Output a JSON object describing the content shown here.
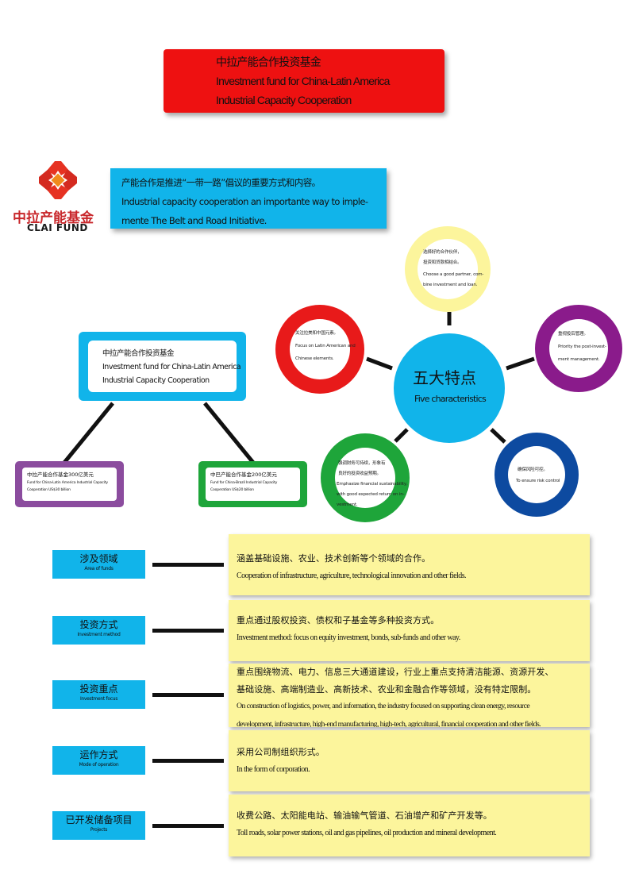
{
  "title": {
    "line1": "中拉产能合作投资基金",
    "line2": "Investment fund for China-Latin America",
    "line3": "Industrial Capacity Cooperation"
  },
  "logo": {
    "cn": "中拉产能基金",
    "en": "CLAI FUND"
  },
  "intro": {
    "line1": "产能合作是推进“一带一路”倡议的重要方式和内容。",
    "line2": "Industrial capacity cooperation an importante way to imple-",
    "line3": "mente The Belt and Road Initiative."
  },
  "fund_tree": {
    "root": {
      "cn": "中拉产能合作投资基金",
      "en1": "Investment fund for China-Latin America",
      "en2": "Industrial Capacity Cooperation"
    },
    "left": {
      "cn": "中拉产能合作基金300亿美元",
      "en1": "Fund for China-Latin America Industrial Capacity",
      "en2": "Cooperation US$30 billion"
    },
    "right": {
      "cn": "中巴产能合作基金200亿美元",
      "en1": "Fund for China-Brazil Industrial Capacity",
      "en2": "Cooperation US$20 billion"
    }
  },
  "five": {
    "center_cn": "五大特点",
    "center_en": "Five characteristics",
    "top": {
      "l1": "选择好的合作伙伴，",
      "l2": "投资和贷款相结合。",
      "l3": "Choose a good partner, com-",
      "l4": "bine investment and loan."
    },
    "left": {
      "l1": "关注拉美和中国元素。",
      "l2": "Focus on Latin American and",
      "l3": "Chinese elements."
    },
    "right": {
      "l1": "重视投后管理。",
      "l2": "Priority the post-invest-",
      "l3": "ment management."
    },
    "bottom_left": {
      "l1": "强调财务可持续，形象有",
      "l2": "良好的投资收益预期。",
      "l3": "Emphasize financial sustainability,",
      "l4": "with good expected return on in-",
      "l5": "vestment."
    },
    "bottom_right": {
      "l1": "确保风险可控。",
      "l2": "To ensure risk control"
    }
  },
  "colors": {
    "red": "#ee1111",
    "blue": "#11b4ea",
    "yellow": "#fcf59c",
    "purple": "#8b4c9e",
    "green": "#1ea53a",
    "navy": "#0d4aa0",
    "ring_red": "#e81a1a",
    "ring_purple": "#8a1b8b"
  },
  "rows": [
    {
      "label_cn": "涉及领域",
      "label_en": "Area of funds",
      "text1": "涵盖基础设施、农业、技术创新等个领域的合作。",
      "text2": "Cooperation of infrastructure, agriculture, technological innovation and other fields."
    },
    {
      "label_cn": "投资方式",
      "label_en": "Investment method",
      "text1": "重点通过股权投资、债权和子基金等多种投资方式。",
      "text2": "Investment method: focus on equity investment, bonds, sub-funds and other way."
    },
    {
      "label_cn": "投资重点",
      "label_en": "Investment focus",
      "text1": "重点围绕物流、电力、信息三大通道建设，行业上重点支持清洁能源、资源开发、",
      "text2": "基础设施、高端制造业、高新技术、农业和金融合作等领域，没有特定限制。",
      "text3": "On construction of logistics, power, and information, the industry focused on supporting clean energy, resource",
      "text4": "development, infrastructure, high-end manufacturing, high-tech, agricultural, financial cooperation and other fields."
    },
    {
      "label_cn": "运作方式",
      "label_en": "Mode of operation",
      "text1": "采用公司制组织形式。",
      "text2": "In the form of corporation."
    },
    {
      "label_cn": "已开发储备项目",
      "label_en": "Projects",
      "text1": "收费公路、太阳能电站、输油输气管道、石油增产和矿产开发等。",
      "text2": "Toll roads, solar power stations, oil and gas pipelines, oil production and mineral development."
    }
  ]
}
